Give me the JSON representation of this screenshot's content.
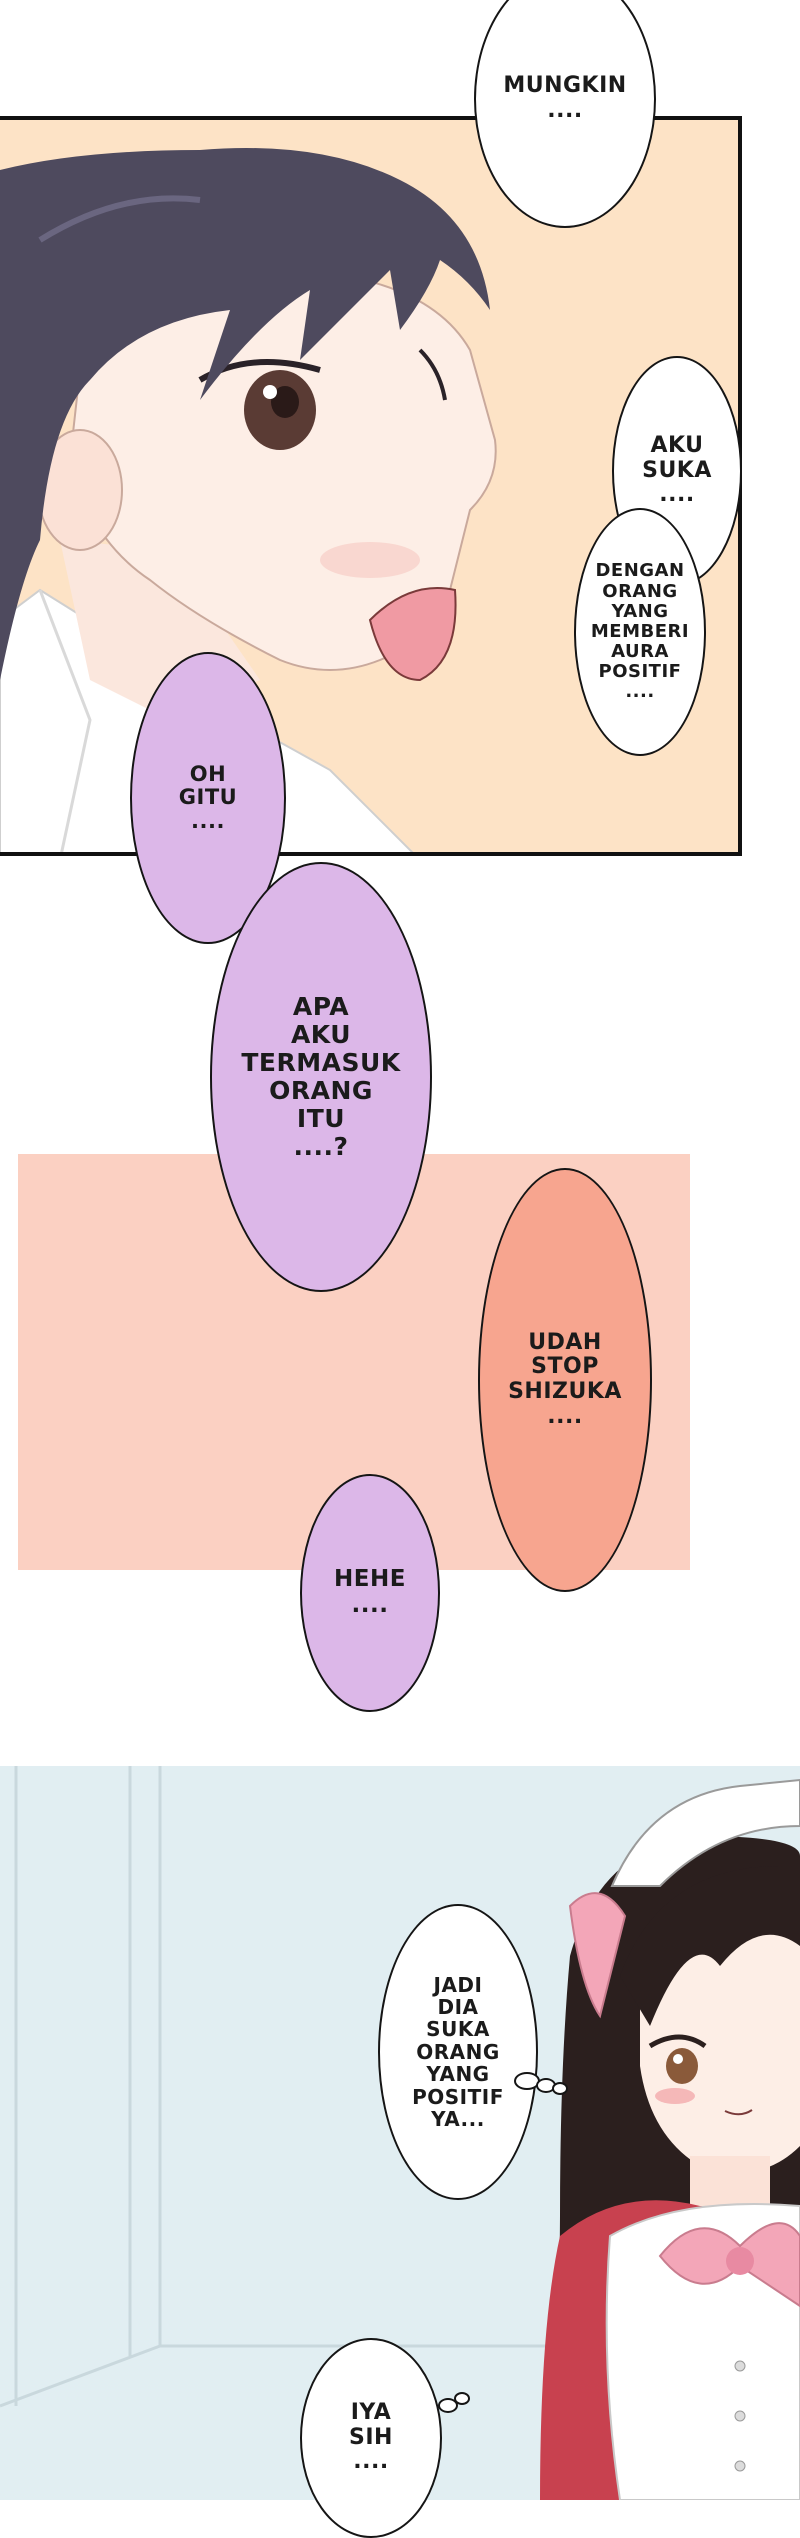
{
  "dialogue": {
    "b1": "MUNGKIN\n....",
    "b2": "AKU\nSUKA\n....",
    "b3": "DENGAN\nORANG\nYANG\nMEMBERI\nAURA\nPOSITIF\n....",
    "b4": "OH\nGITU\n....",
    "b5": "APA\nAKU\nTERMASUK\nORANG\nITU\n....?",
    "b6": "UDAH\nSTOP\nSHIZUKA\n....",
    "b7": "HEHE\n....",
    "b8": "JADI\nDIA\nSUKA\nORANG\nYANG\nPOSITIF\nYA...",
    "b9": "IYA\nSIH\n...."
  },
  "colors": {
    "panel1_bg": "#fde3c6",
    "panel2_bg": "#fbd0c2",
    "panel3_bg": "#e1eef2",
    "bubble_purple": "#dcb7e8",
    "bubble_pink": "#f7a58f",
    "hair_boy": "#4e4a5e",
    "hair_girl": "#2b1f1e",
    "maid_dress": "#c8414f",
    "ribbon": "#f3a6b8"
  }
}
